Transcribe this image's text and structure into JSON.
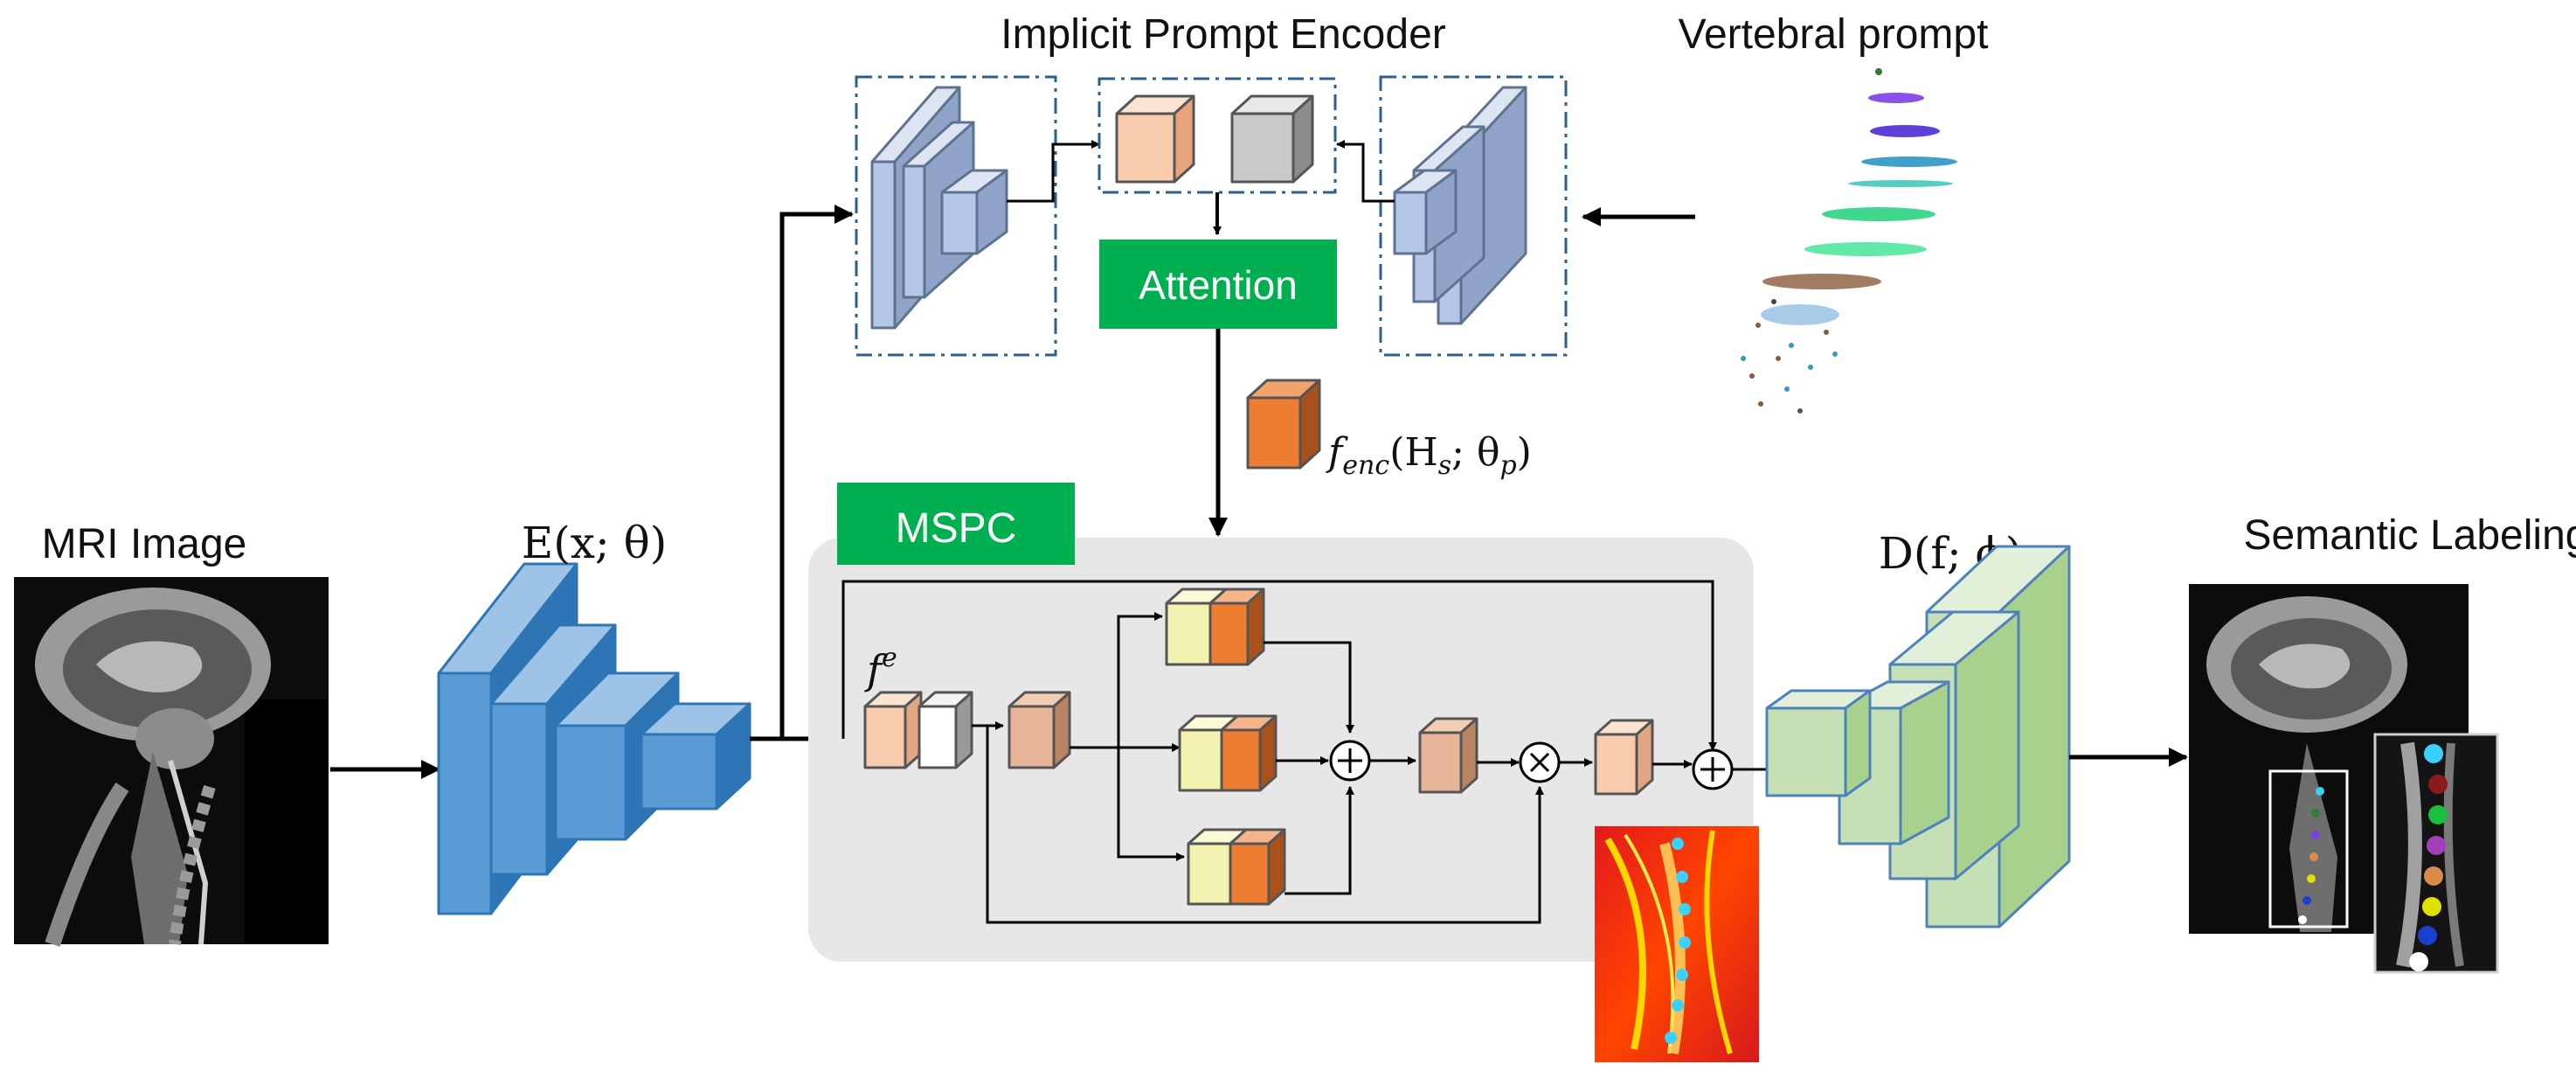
{
  "labels": {
    "mri_image": "MRI Image",
    "encoder": "E(x; θ)",
    "implicit_prompt_encoder": "Implicit Prompt Encoder",
    "vertebral_prompt": "Vertebral prompt",
    "attention": "Attention",
    "fenc_main": "f",
    "fenc_sub": "enc",
    "fenc_args": "(H",
    "fenc_args_sub": "s",
    "fenc_args_rest": "; θ",
    "fenc_args_sub2": "p",
    "fenc_close": ")",
    "mspc": "MSPC",
    "fe_main": "f",
    "fe_sup": "e",
    "decoder": "D(f; ϕ)",
    "semantic_labeling": "Semantic Labeling"
  },
  "colors": {
    "encoder_blue": "#5b9bd5",
    "decoder_green": "#c5e0b4",
    "prompt_net": "#b4c7e7",
    "attention_green": "#00b050",
    "mspc_bg": "#e7e7e7",
    "peach": "#f8cbad",
    "orange": "#ed7d31",
    "light_yellow": "#f2f2b0",
    "gray": "#c9c9c9"
  },
  "icons": [
    "plus-icon",
    "times-icon",
    "arrow-icon"
  ]
}
